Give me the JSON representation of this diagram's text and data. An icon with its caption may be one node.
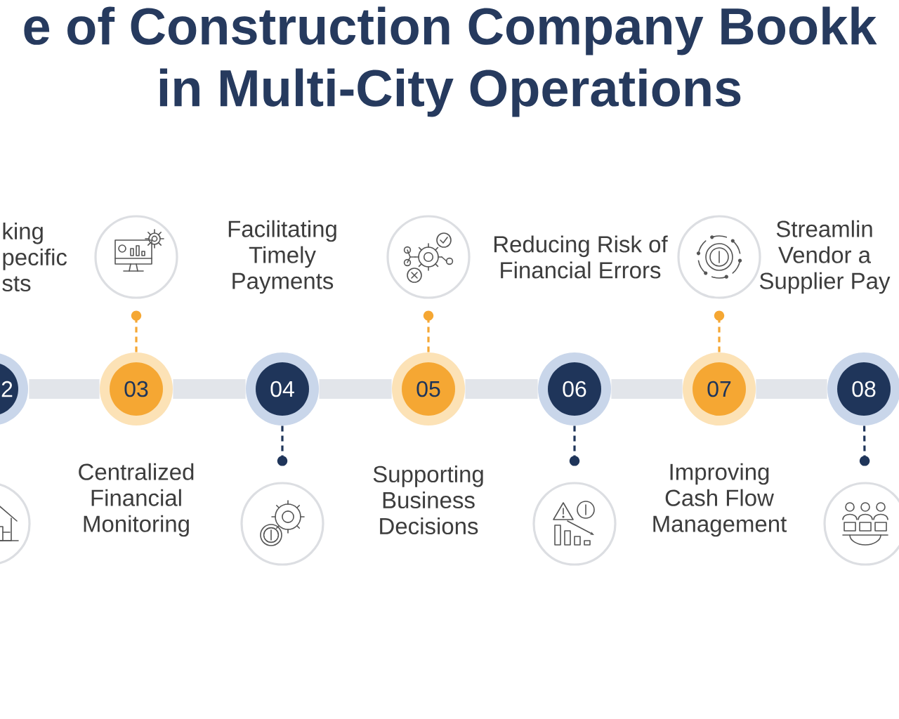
{
  "diagram": {
    "title": "e of Construction Company Bookk in Multi-City Operations",
    "nodes": [
      {
        "text": [
          "2"
        ]
      },
      {
        "text": [],
        "shape": "circle"
      },
      {
        "text": [
          "03"
        ],
        "beside": [
          "Centralized Financial Monitoring"
        ]
      },
      {
        "text": [],
        "shape": "circle"
      },
      {
        "text": [
          "04"
        ],
        "beside": [
          "Facilitating Timely Payments"
        ]
      },
      {
        "text": [],
        "shape": "circle"
      },
      {
        "text": [
          "05"
        ],
        "beside": [
          "Supporting Business Decisions"
        ]
      },
      {
        "text": [],
        "shape": "circle"
      },
      {
        "text": [
          "06"
        ]
      },
      {
        "text": [],
        "shape": "circle"
      },
      {
        "text": [
          "07"
        ],
        "beside": [
          "Improving Cash Flow Management"
        ]
      },
      {
        "text": [],
        "shape": "circle"
      },
      {
        "text": [
          "08"
        ]
      },
      {
        "text": [],
        "shape": "circle"
      }
    ],
    "edges": [
      {
        "from": 0,
        "to": 2,
        "arrow": "none",
        "style": "thick",
        "color": "#e2e5ea"
      },
      {
        "from": 2,
        "to": 4,
        "arrow": "none",
        "style": "thick",
        "color": "#e2e5ea"
      },
      {
        "from": 4,
        "to": 6,
        "arrow": "none",
        "style": "thick",
        "color": "#e2e5ea"
      },
      {
        "from": 6,
        "to": 8,
        "arrow": "none",
        "style": "thick",
        "color": "#e2e5ea"
      },
      {
        "from": 8,
        "to": 10,
        "arrow": "none",
        "style": "thick",
        "color": "#e2e5ea"
      },
      {
        "from": 10,
        "to": 12,
        "arrow": "none",
        "style": "thick",
        "color": "#e2e5ea"
      },
      {
        "from": 2,
        "to": 3,
        "arrow": "other",
        "style": "dashed",
        "color": "#f5a733"
      },
      {
        "from": 4,
        "to": 5,
        "arrow": "other",
        "style": "dashed",
        "color": "#1f355a"
      },
      {
        "from": 6,
        "to": 7,
        "arrow": "other",
        "style": "dashed",
        "color": "#f5a733"
      },
      {
        "from": 8,
        "to": 9,
        "arrow": "other",
        "style": "dashed",
        "color": "#1f355a"
      },
      {
        "from": 10,
        "to": 11,
        "arrow": "other",
        "style": "dashed",
        "color": "#f5a733"
      },
      {
        "from": 12,
        "to": 13,
        "arrow": "other",
        "style": "dashed",
        "color": "#1f355a"
      }
    ],
    "labels": [
      "king pecific sts",
      "Reducing Risk of Financial Errors",
      "Streamlin Vendor a Supplier Pay"
    ]
  }
}
